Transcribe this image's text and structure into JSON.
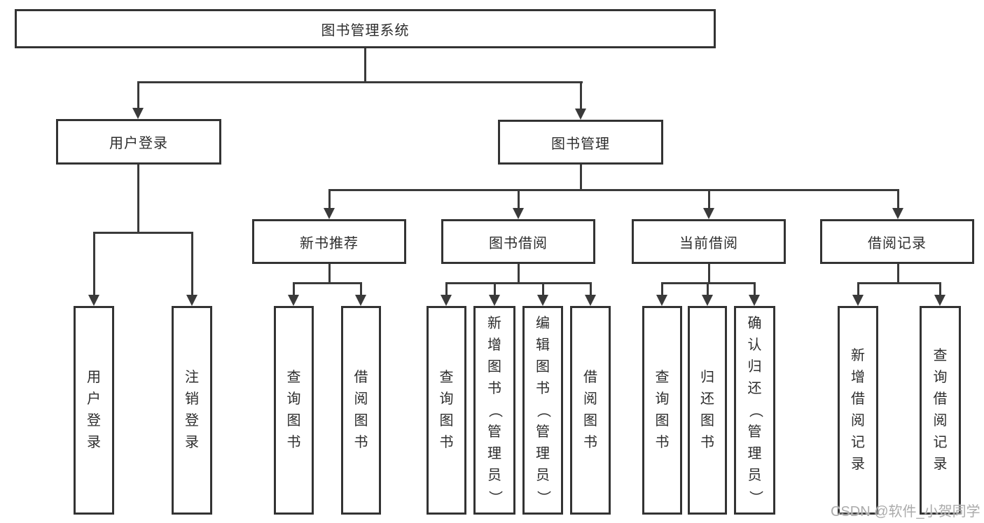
{
  "colors": {
    "background": "#ffffff",
    "box_border": "#333333",
    "line": "#3a3a3a",
    "text": "#2d2d2d",
    "watermark": "#ababab"
  },
  "watermark": {
    "text": "CSDN @软件_小贺同学"
  },
  "tree": {
    "root": {
      "label": "图书管理系统"
    },
    "branches": [
      {
        "label": "用户登录",
        "children": [
          {
            "label": "用户登录"
          },
          {
            "label": "注销登录"
          }
        ]
      },
      {
        "label": "图书管理",
        "children": [
          {
            "label": "新书推荐",
            "children": [
              {
                "label": "查询图书"
              },
              {
                "label": "借阅图书"
              }
            ]
          },
          {
            "label": "图书借阅",
            "children": [
              {
                "label": "查询图书"
              },
              {
                "label": "新增图书（管理员）"
              },
              {
                "label": "编辑图书（管理员）"
              },
              {
                "label": "借阅图书"
              }
            ]
          },
          {
            "label": "当前借阅",
            "children": [
              {
                "label": "查询图书"
              },
              {
                "label": "归还图书"
              },
              {
                "label": "确认归还（管理员）"
              }
            ]
          },
          {
            "label": "借阅记录",
            "children": [
              {
                "label": "新增借阅记录"
              },
              {
                "label": "查询借阅记录"
              }
            ]
          }
        ]
      }
    ]
  }
}
